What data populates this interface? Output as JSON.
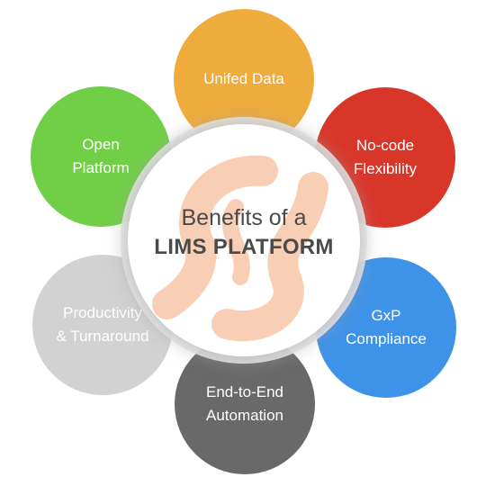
{
  "center": {
    "line1": "Benefits of a",
    "line2": "LIMS PLATFORM"
  },
  "benefits": [
    {
      "label": "Unifed Data",
      "color": "#efac3c"
    },
    {
      "label": "No-code\nFlexibility",
      "color": "#d9362a"
    },
    {
      "label": "GxP\nCompliance",
      "color": "#3e92e8"
    },
    {
      "label": "End-to-End\nAutomation",
      "color": "#696969"
    },
    {
      "label": "Productivity\n& Turnaround",
      "color": "#d2d2d2"
    },
    {
      "label": "Open\nPlatform",
      "color": "#71cf47"
    }
  ],
  "logo": {
    "icon": "stylized-s-logo-icon",
    "color": "#f7c7a8"
  }
}
